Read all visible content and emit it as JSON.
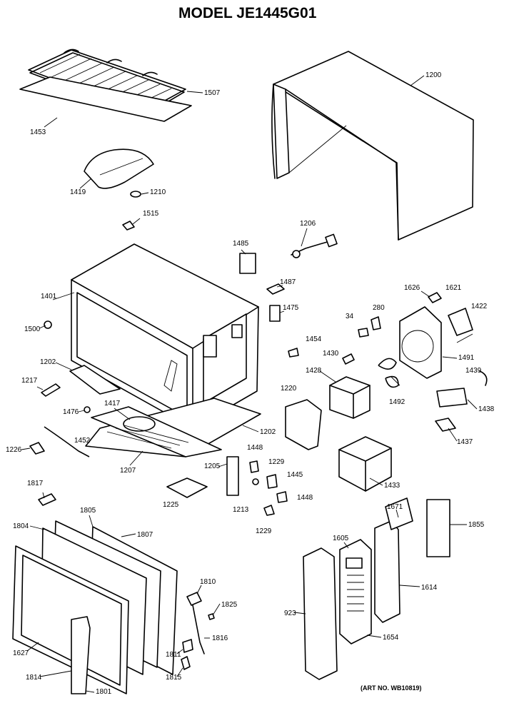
{
  "title": "MODEL JE1445G01",
  "art_number": "(ART NO. WB10819)",
  "callouts": {
    "c1507": "1507",
    "c1453": "1453",
    "c1419": "1419",
    "c1210": "1210",
    "c1200": "1200",
    "c1515": "1515",
    "c1206": "1206",
    "c1485": "1485",
    "c1401": "1401",
    "c1500": "1500",
    "c1487": "1487",
    "c1475": "1475",
    "c1626": "1626",
    "c1621": "1621",
    "c1422": "1422",
    "c34": "34",
    "c280": "280",
    "c1454": "1454",
    "c1430": "1430",
    "c1491": "1491",
    "c1202a": "1202",
    "c1217": "1217",
    "c1428": "1428",
    "c1439": "1439",
    "c1220": "1220",
    "c1492": "1492",
    "c1438": "1438",
    "c1476": "1476",
    "c1417": "1417",
    "c1202b": "1202",
    "c1437": "1437",
    "c1452": "1452",
    "c1226": "1226",
    "c1207": "1207",
    "c1448a": "1448",
    "c1205": "1205",
    "c1229a": "1229",
    "c1445": "1445",
    "c1433": "1433",
    "c1225": "1225",
    "c1213": "1213",
    "c1448b": "1448",
    "c1229b": "1229",
    "c1817": "1817",
    "c1805": "1805",
    "c1804": "1804",
    "c1807": "1807",
    "c1671": "1671",
    "c1855": "1855",
    "c1605": "1605",
    "c1614a": "1614",
    "c1810": "1810",
    "c1825": "1825",
    "c923": "923",
    "c1816": "1816",
    "c1654": "1654",
    "c1627": "1627",
    "c1811": "1811",
    "c1814b": "1814",
    "c1815": "1815",
    "c1801": "1801"
  }
}
